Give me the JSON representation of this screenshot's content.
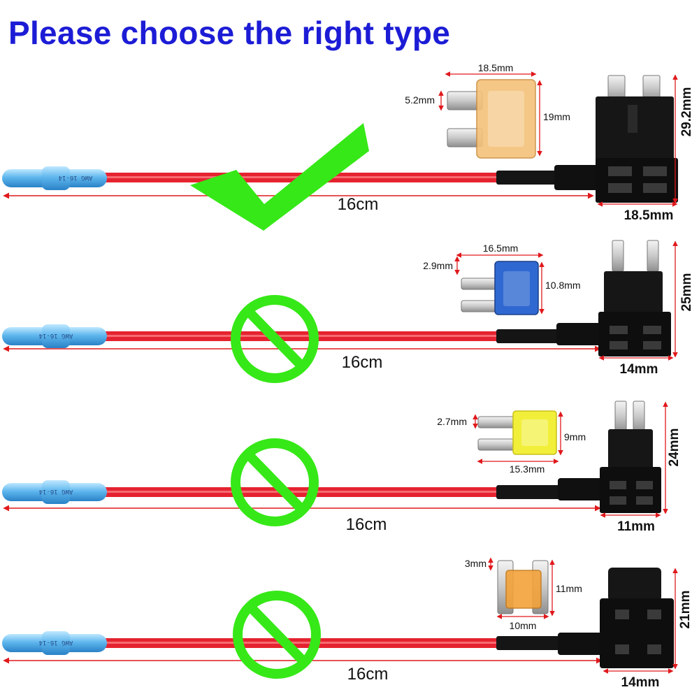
{
  "title": "Please choose the right type",
  "variants": [
    {
      "status": "correct",
      "status_icon": "green-checkmark-icon",
      "sleeve_label": "AWG 16-14",
      "wire_length": "16cm",
      "fuse_color": "#f5c27a",
      "fuse_width": "18.5mm",
      "fuse_blade": "5.2mm",
      "fuse_height": "19mm",
      "holder_height": "29.2mm",
      "holder_width": "18.5mm"
    },
    {
      "status": "incorrect",
      "status_icon": "green-prohibited-icon",
      "sleeve_label": "AWG 16-14",
      "wire_length": "16cm",
      "fuse_color": "#2f68d0",
      "fuse_width": "16.5mm",
      "fuse_blade": "2.9mm",
      "fuse_height": "10.8mm",
      "holder_height": "25mm",
      "holder_width": "14mm"
    },
    {
      "status": "incorrect",
      "status_icon": "green-prohibited-icon",
      "sleeve_label": "AWG 16-14",
      "wire_length": "16cm",
      "fuse_color": "#f2ef3a",
      "fuse_width": "15.3mm",
      "fuse_blade": "2.7mm",
      "fuse_height": "9mm",
      "holder_height": "24mm",
      "holder_width": "11mm"
    },
    {
      "status": "incorrect",
      "status_icon": "green-prohibited-icon",
      "sleeve_label": "AWG 16-14",
      "wire_length": "16cm",
      "fuse_color": "#f2a23a",
      "fuse_width": "10mm",
      "fuse_blade": "3mm",
      "fuse_height": "11mm",
      "holder_height": "21mm",
      "holder_width": "14mm"
    }
  ]
}
